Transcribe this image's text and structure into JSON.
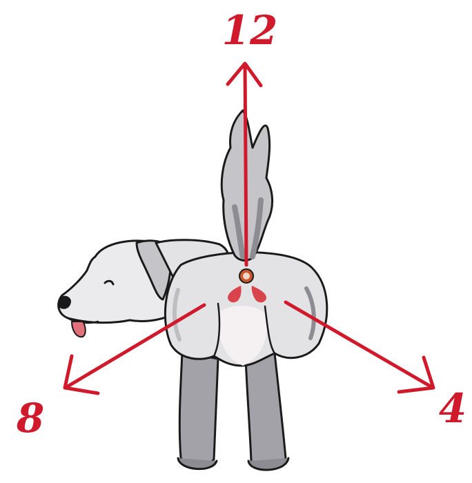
{
  "diagram": {
    "labels": {
      "top": "12",
      "lower_left": "8",
      "lower_right": "4"
    },
    "colors": {
      "arrow": "#d01a2c",
      "outline": "#1a1a1a",
      "fur_light": "#e3e3e6",
      "fur_mid": "#bdbdc2",
      "fur_dark": "#8c8c92",
      "belly": "#f5f1f3",
      "gland": "#d9434b",
      "anus_ring": "#c8562e",
      "tongue": "#e0707a"
    },
    "icons": [
      "dog-rear-view-illustration",
      "arrow-up-icon",
      "arrow-down-left-icon",
      "arrow-down-right-icon"
    ]
  }
}
